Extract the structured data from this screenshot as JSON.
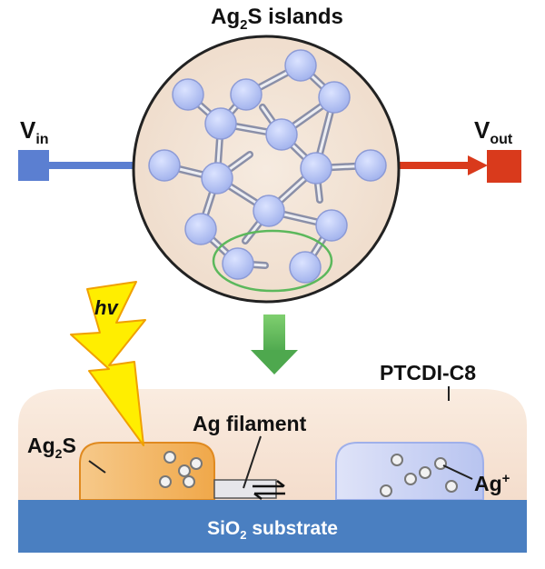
{
  "top_title": {
    "main": "Ag",
    "sub": "2",
    "tail": "S islands"
  },
  "vin": {
    "main": "V",
    "sub": "in"
  },
  "vout": {
    "main": "V",
    "sub": "out"
  },
  "hv_label": "hv",
  "ptcdi_label": "PTCDI-C8",
  "ag2s_label": {
    "main": "Ag",
    "sub": "2",
    "tail": "S"
  },
  "filament_label": "Ag filament",
  "ag_ion_label": {
    "main": "Ag",
    "sup": "+"
  },
  "substrate_label": {
    "main": "SiO",
    "sub": "2",
    "tail": " substrate"
  },
  "colors": {
    "vin_blue": "#5b7fd1",
    "vout_red": "#d93a1c",
    "node_fill": "#a9b8ef",
    "circle_bg": "#f3e4d6",
    "highlight_green": "#5cb85c",
    "down_arrow_green": "#5cb85c",
    "lightning_yellow": "#ffee00",
    "layer_bg": "#f7e3d4",
    "substrate_blue": "#4a7fc1",
    "ag2s_orange": "#f2b25c",
    "electrode_blue": "#c5cdf1"
  }
}
